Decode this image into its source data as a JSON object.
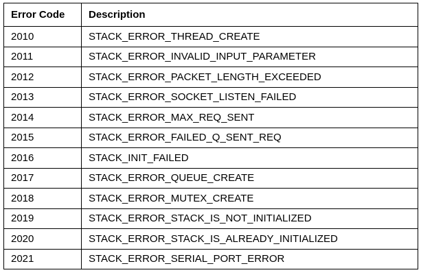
{
  "table": {
    "headers": {
      "code": "Error Code",
      "description": "Description"
    },
    "rows": [
      {
        "code": "2010",
        "description": "STACK_ERROR_THREAD_CREATE"
      },
      {
        "code": "2011",
        "description": "STACK_ERROR_INVALID_INPUT_PARAMETER"
      },
      {
        "code": "2012",
        "description": "STACK_ERROR_PACKET_LENGTH_EXCEEDED"
      },
      {
        "code": "2013",
        "description": "STACK_ERROR_SOCKET_LISTEN_FAILED"
      },
      {
        "code": "2014",
        "description": "STACK_ERROR_MAX_REQ_SENT"
      },
      {
        "code": "2015",
        "description": "STACK_ERROR_FAILED_Q_SENT_REQ"
      },
      {
        "code": "2016",
        "description": "STACK_INIT_FAILED"
      },
      {
        "code": "2017",
        "description": "STACK_ERROR_QUEUE_CREATE"
      },
      {
        "code": "2018",
        "description": "STACK_ERROR_MUTEX_CREATE"
      },
      {
        "code": "2019",
        "description": "STACK_ERROR_STACK_IS_NOT_INITIALIZED"
      },
      {
        "code": "2020",
        "description": "STACK_ERROR_STACK_IS_ALREADY_INITIALIZED"
      },
      {
        "code": "2021",
        "description": "STACK_ERROR_SERIAL_PORT_ERROR"
      }
    ]
  }
}
